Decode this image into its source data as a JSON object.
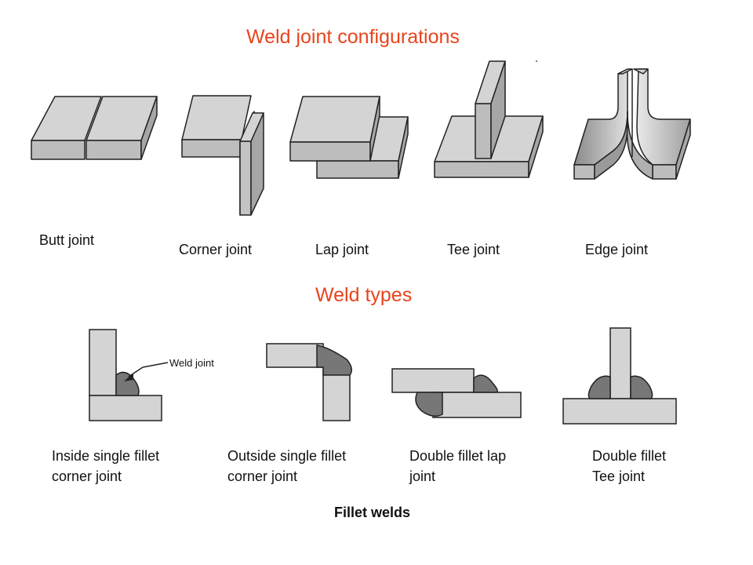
{
  "titles": {
    "joint_configurations": "Weld joint configurations",
    "weld_types": "Weld types",
    "fillet_welds": "Fillet welds"
  },
  "joints": [
    {
      "label": "Butt joint"
    },
    {
      "label": "Corner joint"
    },
    {
      "label": "Lap joint"
    },
    {
      "label": "Tee joint"
    },
    {
      "label": "Edge joint"
    }
  ],
  "welds": [
    {
      "line1": "Inside single fillet",
      "line2": "corner joint"
    },
    {
      "line1": "Outside single fillet",
      "line2": "corner joint"
    },
    {
      "line1": "Double fillet lap",
      "line2": "joint"
    },
    {
      "line1": "Double fillet",
      "line2": "Tee joint"
    }
  ],
  "callout": {
    "text": "Weld joint"
  },
  "colors": {
    "title": "#e8441c",
    "plate_top": "#d4d4d4",
    "plate_side": "#bdbdbd",
    "plate_dark": "#a6a6a6",
    "weld_fill": "#777777"
  }
}
